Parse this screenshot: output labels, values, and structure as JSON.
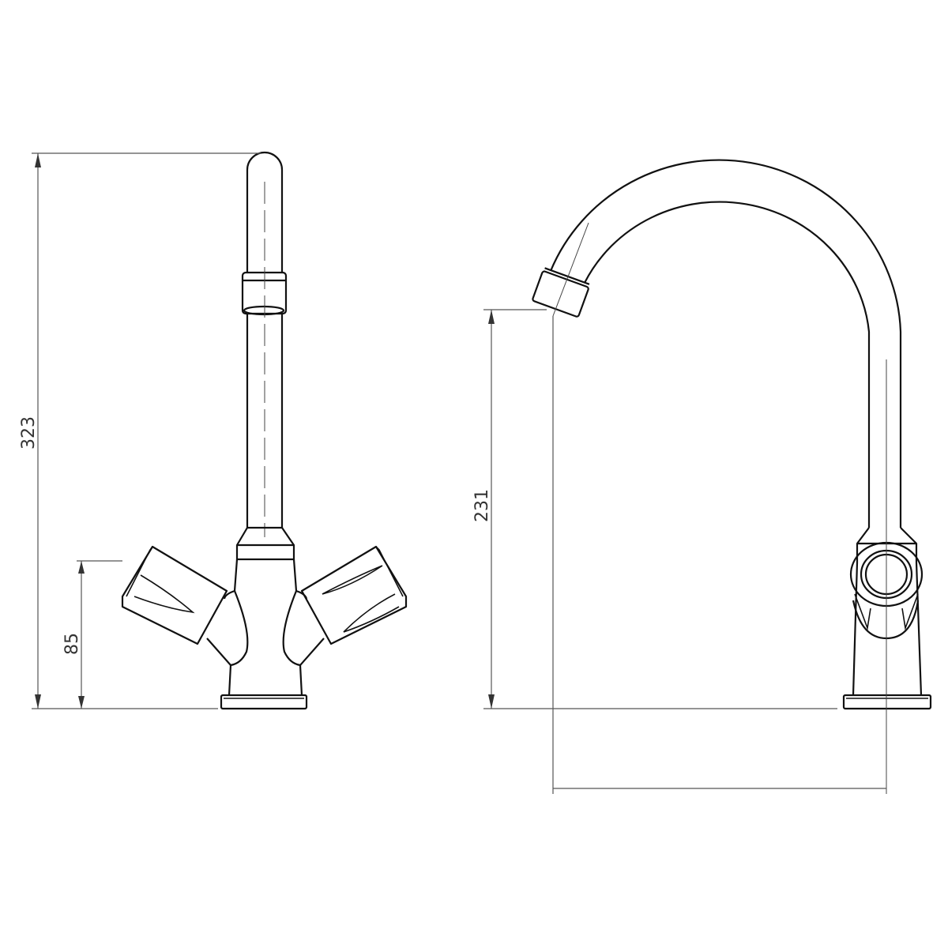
{
  "drawing": {
    "line_color": "#111111",
    "dimension_color": "#555555",
    "front_view": {
      "overall_height_label": "323",
      "handle_height_label": "85"
    },
    "side_view": {
      "spout_height_label": "231",
      "spout_reach_label": ""
    }
  }
}
